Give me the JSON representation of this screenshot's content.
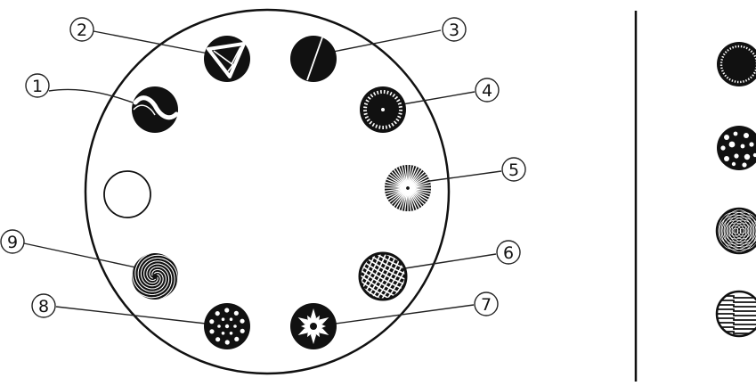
{
  "wheel": {
    "callouts": [
      {
        "number": "1",
        "gobo": "wave-gobo"
      },
      {
        "number": "2",
        "gobo": "triangle-gobo"
      },
      {
        "number": "3",
        "gobo": "split-line-gobo"
      },
      {
        "number": "4",
        "gobo": "dotted-ring-gobo"
      },
      {
        "number": "5",
        "gobo": "radial-lines-gobo"
      },
      {
        "number": "6",
        "gobo": "crosshatch-gobo"
      },
      {
        "number": "7",
        "gobo": "flower-gobo"
      },
      {
        "number": "8",
        "gobo": "dot-pattern-gobo"
      },
      {
        "number": "9",
        "gobo": "spiral-gobo"
      }
    ],
    "open_position": "open-position"
  },
  "side_panel": {
    "gobos": [
      "dotted-ring-gobo",
      "dot-cluster-gobo",
      "moire-gobo",
      "bars-gobo"
    ]
  },
  "colors": {
    "ink": "#111111",
    "paper": "#ffffff"
  }
}
